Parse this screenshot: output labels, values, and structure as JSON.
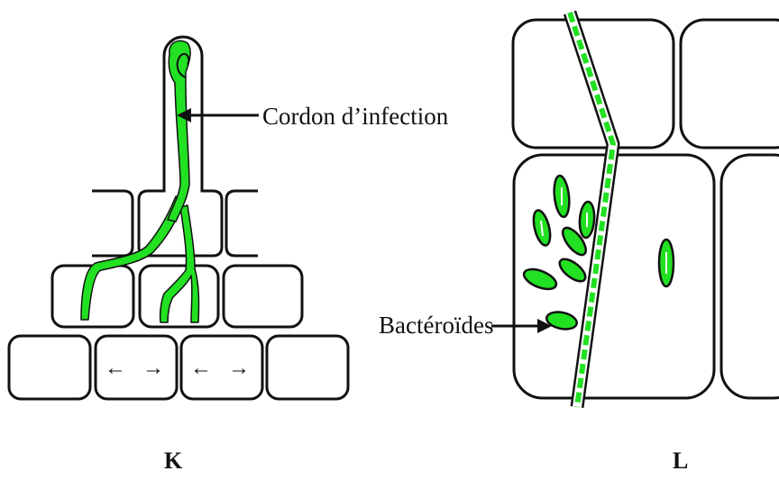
{
  "labels": {
    "infection_thread": "Cordon d’infection",
    "bacteroids": "Bactéroïdes",
    "panel_left": "K",
    "panel_right": "L",
    "arrow_left": "←",
    "arrow_right": "→"
  },
  "colors": {
    "infection_green": "#22e022",
    "outline": "#111111",
    "background": "#ffffff"
  }
}
